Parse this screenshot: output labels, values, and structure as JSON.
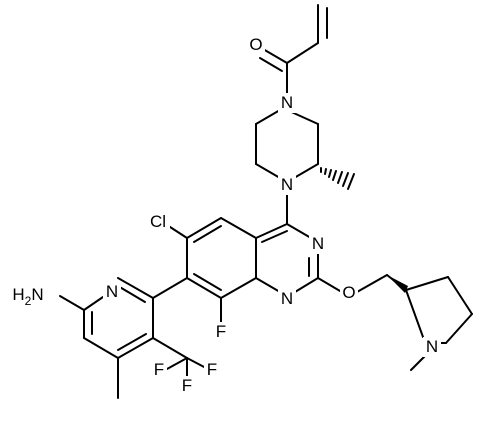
{
  "structure": {
    "atoms": {
      "o_carbonyl": "O",
      "n_piperazine_top": "N",
      "n_piperazine_bottom": "N",
      "n_pyrimidine_3": "N",
      "n_pyrimidine_1": "N",
      "o_ether": "O",
      "n_pyrrolidine": "N",
      "cl": "Cl",
      "f_quinazoline": "F",
      "nh2": "H2N",
      "n_pyridine": "N",
      "f_cf3_a": "F",
      "f_cf3_b": "F",
      "f_cf3_c": "F"
    }
  }
}
